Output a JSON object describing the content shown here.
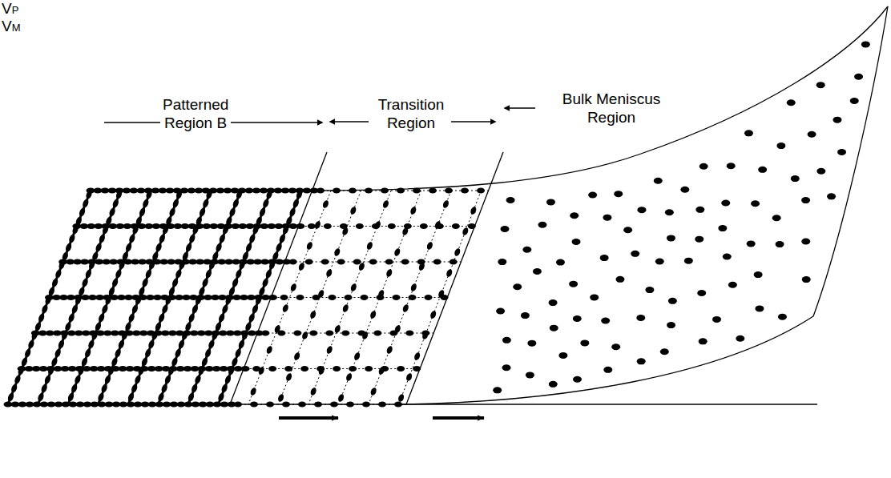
{
  "diagram": {
    "labels": [
      "Patterned Region B",
      "Transition Region",
      "Bulk Meniscus Region",
      "VP",
      "VM"
    ]
  }
}
